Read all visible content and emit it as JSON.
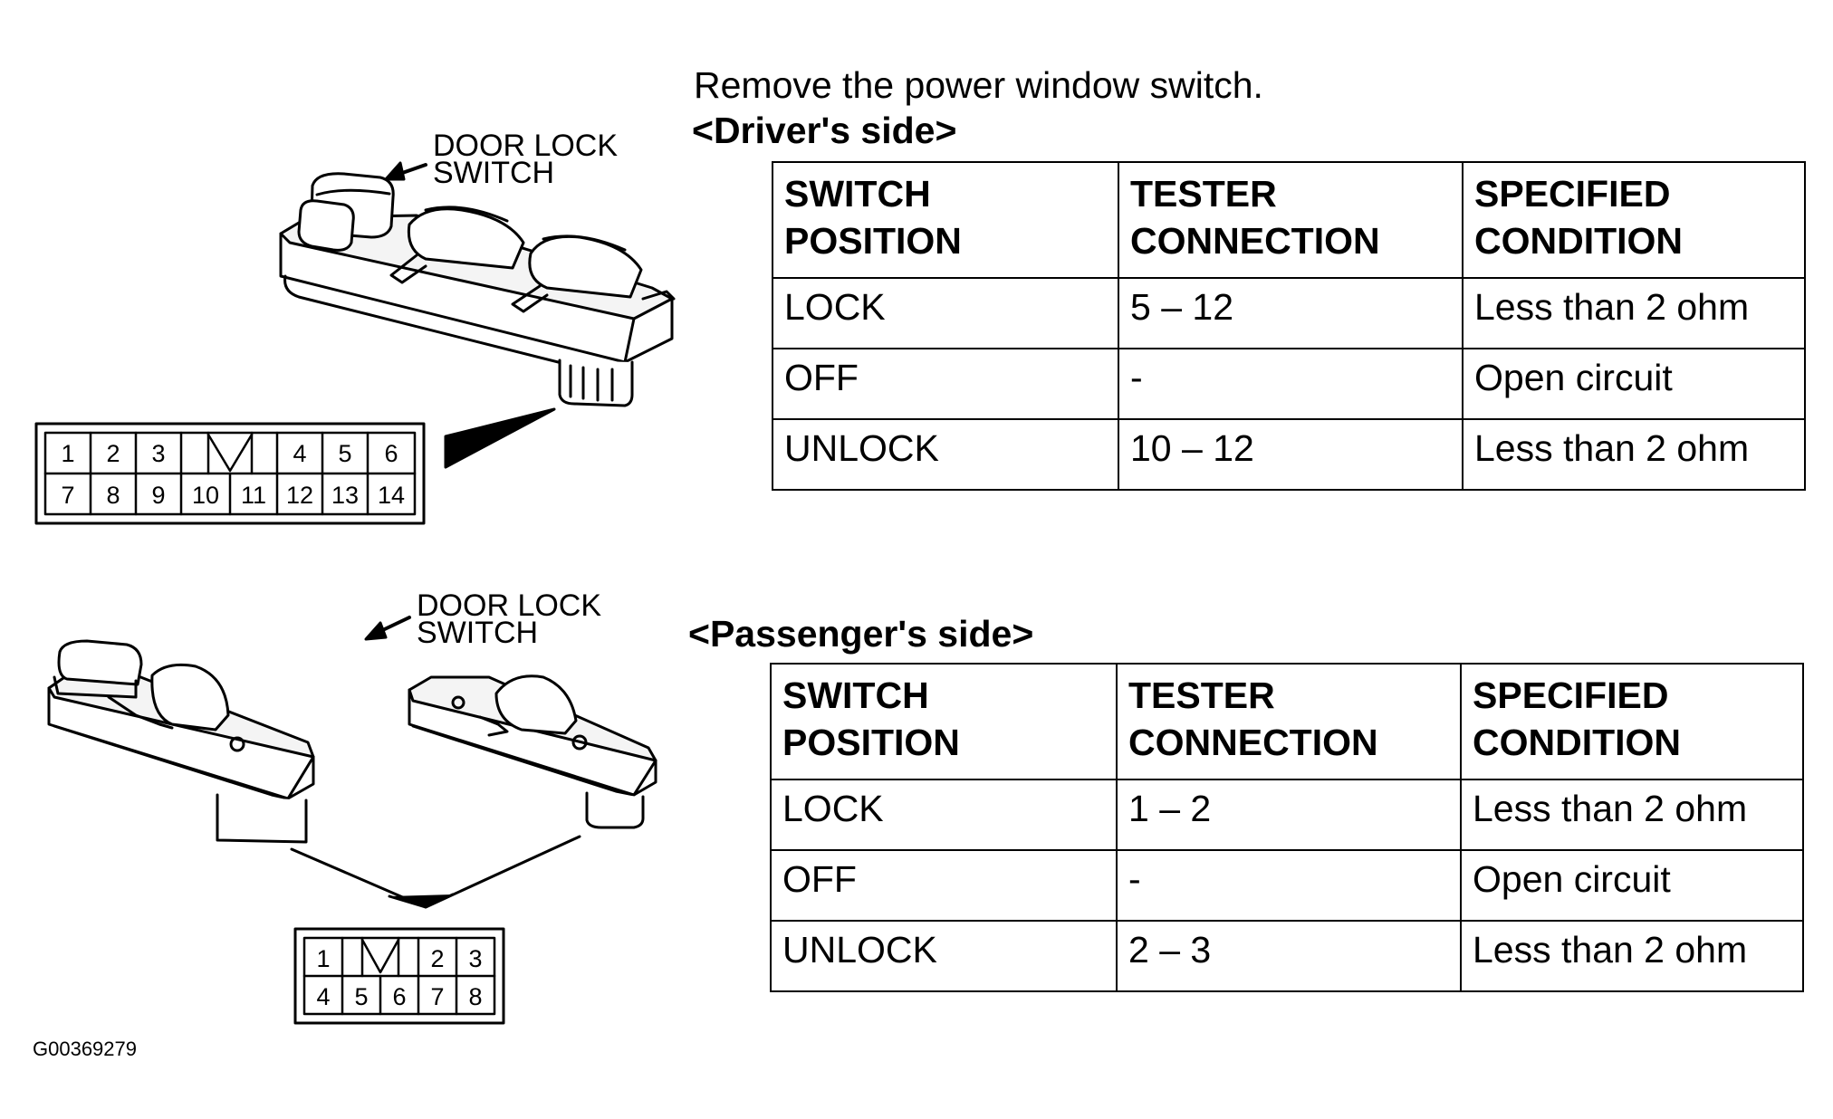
{
  "intro": "Remove the power window switch.",
  "callout": "DOOR LOCK\nSWITCH",
  "figure_id": "G00369279",
  "driver": {
    "title": "<Driver's side>",
    "headers": [
      "SWITCH\nPOSITION",
      "TESTER\nCONNECTION",
      "SPECIFIED\nCONDITION"
    ],
    "rows": [
      [
        "LOCK",
        "5 – 12",
        "Less than 2 ohm"
      ],
      [
        "OFF",
        "-",
        "Open circuit"
      ],
      [
        "UNLOCK",
        "10 – 12",
        "Less than 2 ohm"
      ]
    ],
    "connector_pins": {
      "top": [
        "1",
        "2",
        "3",
        "4",
        "5",
        "6"
      ],
      "bottom": [
        "7",
        "8",
        "9",
        "10",
        "11",
        "12",
        "13",
        "14"
      ]
    }
  },
  "passenger": {
    "title": "<Passenger's side>",
    "headers": [
      "SWITCH\nPOSITION",
      "TESTER\nCONNECTION",
      "SPECIFIED\nCONDITION"
    ],
    "rows": [
      [
        "LOCK",
        "1 – 2",
        "Less than 2 ohm"
      ],
      [
        "OFF",
        "-",
        "Open circuit"
      ],
      [
        "UNLOCK",
        "2 – 3",
        "Less than 2 ohm"
      ]
    ],
    "connector_pins": {
      "top": [
        "1",
        "2",
        "3"
      ],
      "bottom": [
        "4",
        "5",
        "6",
        "7",
        "8"
      ]
    }
  }
}
